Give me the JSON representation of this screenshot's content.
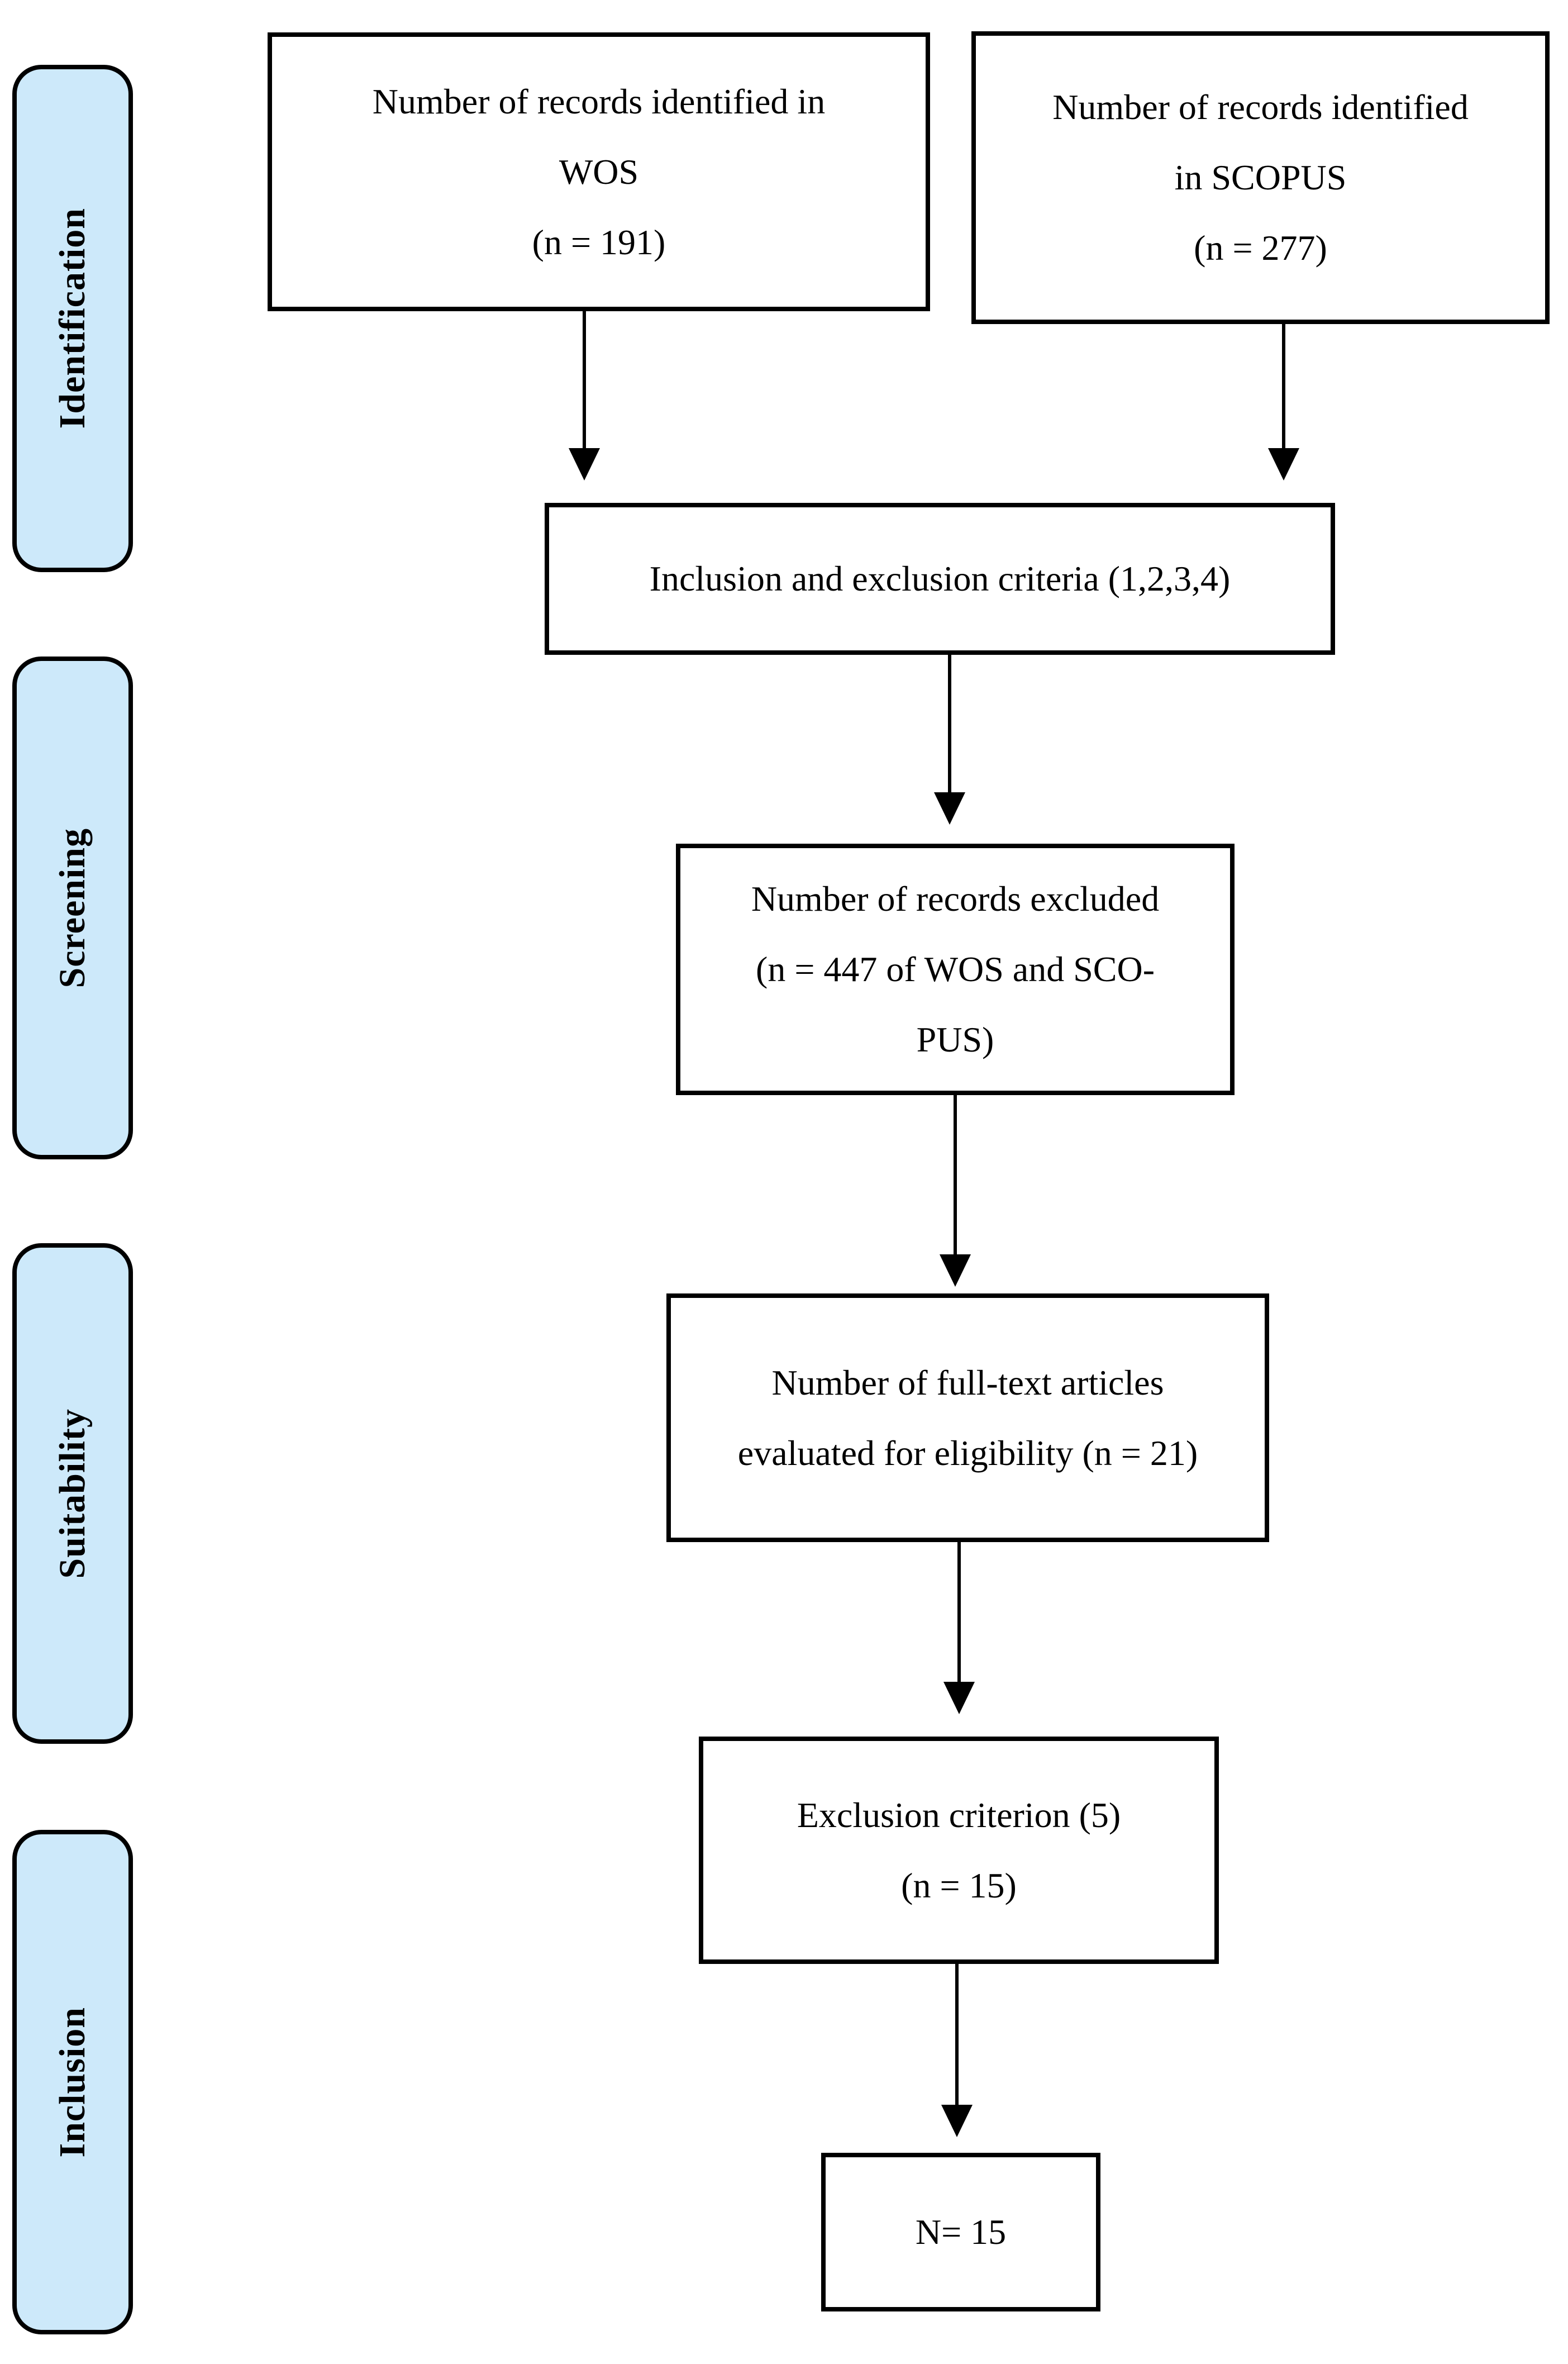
{
  "diagram": {
    "type": "prisma-flow",
    "stages": [
      {
        "id": "identification",
        "label": "Identification"
      },
      {
        "id": "screening",
        "label": "Screening"
      },
      {
        "id": "suitability",
        "label": "Suitability"
      },
      {
        "id": "inclusion",
        "label": "Inclusion"
      }
    ],
    "boxes": [
      {
        "id": "wos",
        "lines": [
          "Number of records identified in",
          "WOS",
          "(n = 191)"
        ]
      },
      {
        "id": "scopus",
        "lines": [
          "Number of records identified",
          "in SCOPUS",
          "(n = 277)"
        ]
      },
      {
        "id": "criteria",
        "lines": [
          "Inclusion and exclusion criteria (1,2,3,4)"
        ]
      },
      {
        "id": "excluded",
        "lines": [
          "Number of records excluded",
          "(n = 447 of WOS and SCO-",
          "PUS)"
        ]
      },
      {
        "id": "fulltext",
        "lines": [
          "Number of full-text articles",
          "evaluated for eligibility (n = 21)"
        ]
      },
      {
        "id": "exclusion",
        "lines": [
          "Exclusion criterion (5)",
          "(n = 15)"
        ]
      },
      {
        "id": "final",
        "lines": [
          "N= 15"
        ]
      }
    ],
    "arrows": [
      {
        "from": "wos",
        "to": "criteria"
      },
      {
        "from": "scopus",
        "to": "criteria"
      },
      {
        "from": "criteria",
        "to": "excluded"
      },
      {
        "from": "excluded",
        "to": "fulltext"
      },
      {
        "from": "fulltext",
        "to": "exclusion"
      },
      {
        "from": "exclusion",
        "to": "final"
      }
    ]
  },
  "colors": {
    "stage_fill": "#cde9fa",
    "box_fill": "#ffffff",
    "border": "#000000",
    "text": "#000000",
    "background": "#ffffff"
  }
}
